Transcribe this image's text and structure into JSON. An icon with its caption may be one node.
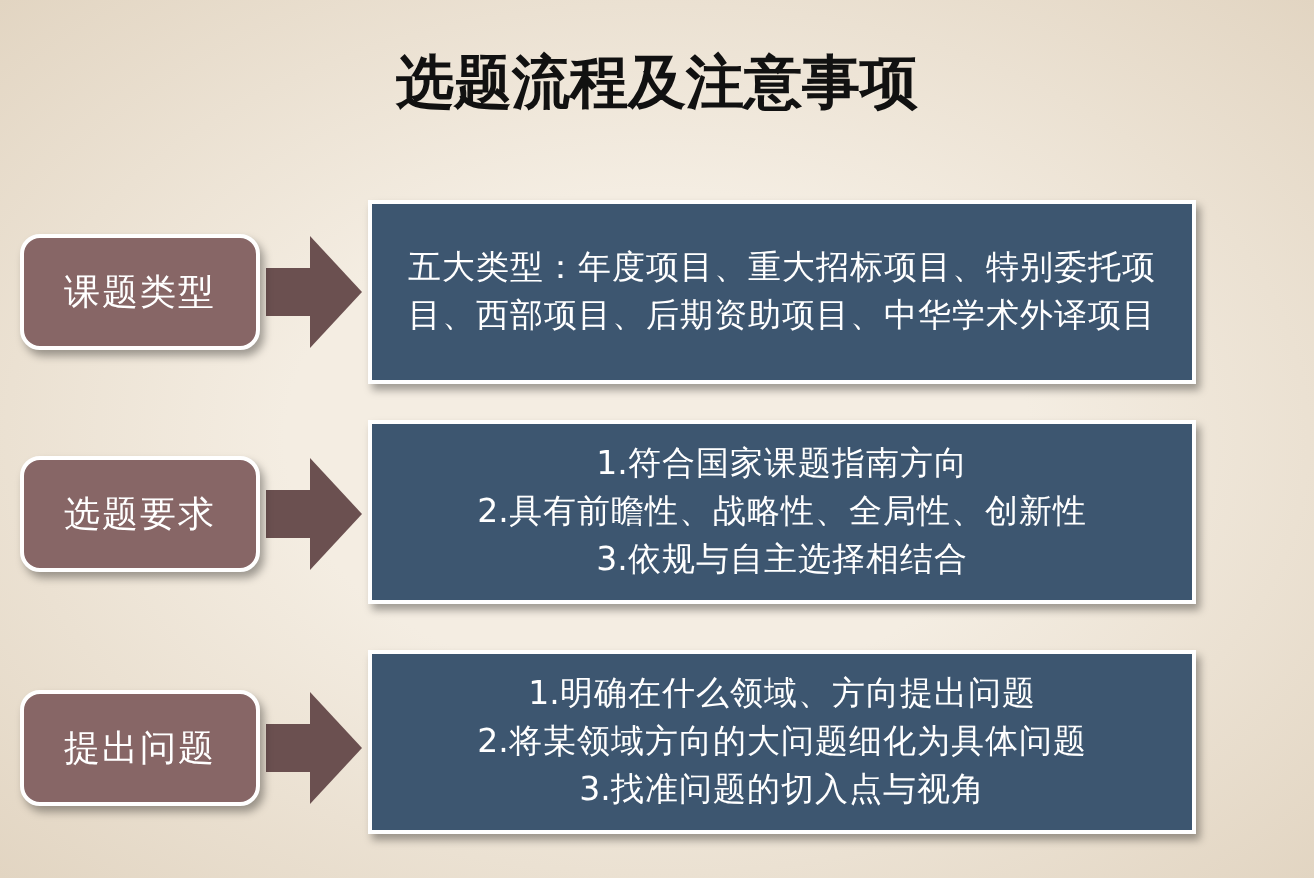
{
  "diagram": {
    "title": "选题流程及注意事项",
    "nodes": [
      {
        "text": [
          "课题类型"
        ]
      },
      {
        "text": [
          "五大类型：年度项目、重大招标项目、特别委托项目、西部项目、后期资助项目、中华学术外译项目"
        ]
      },
      {
        "text": [
          "选题要求"
        ]
      },
      {
        "text": [
          "1.符合国家课题指南方向",
          "2.具有前瞻性、战略性、全局性、创新性",
          "3.依规与自主选择相结合"
        ]
      },
      {
        "text": [
          "提出问题"
        ]
      },
      {
        "text": [
          "1.明确在什么领域、方向提出问题",
          "2.将某领域方向的大问题细化为具体问题",
          "3.找准问题的切入点与视角"
        ]
      }
    ],
    "edges": [
      {
        "from": 0,
        "to": 1,
        "arrow": "to"
      },
      {
        "from": 2,
        "to": 3,
        "arrow": "to"
      },
      {
        "from": 4,
        "to": 5,
        "arrow": "to"
      }
    ]
  }
}
